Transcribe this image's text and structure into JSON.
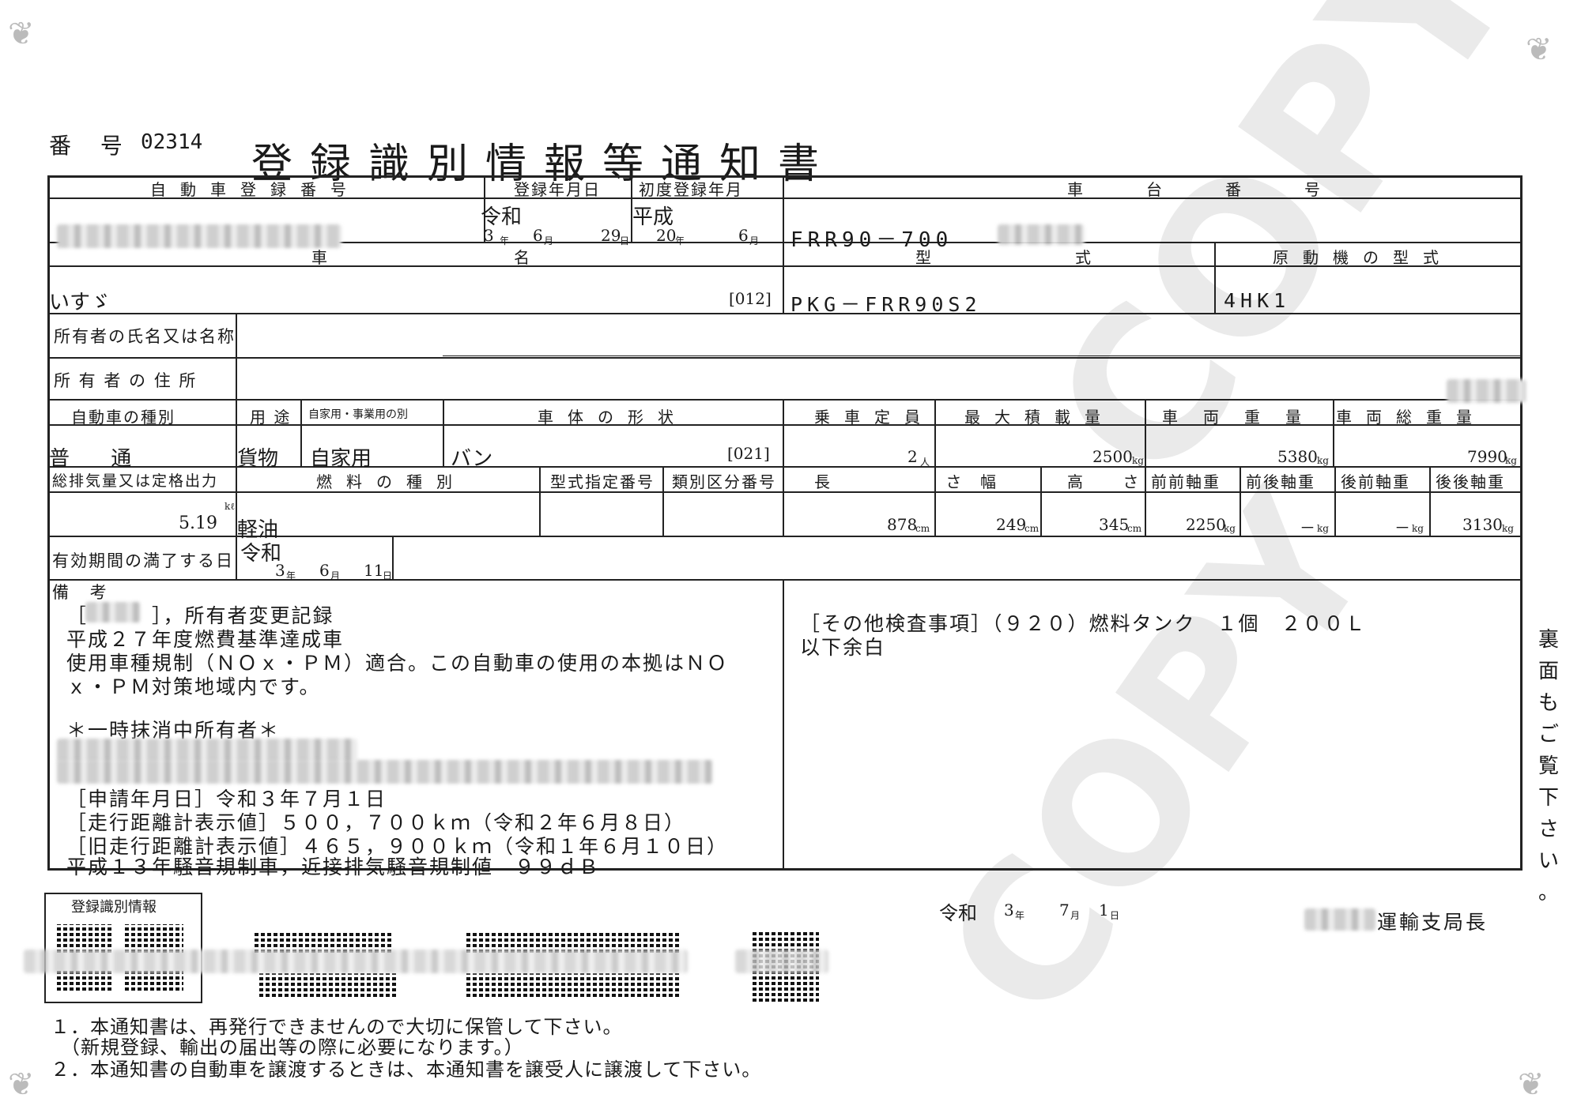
{
  "header": {
    "number_label": "番 号",
    "number_value": "02314",
    "title": "登録識別情報等通知書"
  },
  "row1": {
    "reg_number_label": "自動車登録番号",
    "reg_date_label": "登録年月日",
    "reg_date_era": "令和",
    "reg_date_y": "3",
    "reg_date_m": "6",
    "reg_date_d": "29",
    "first_reg_label": "初度登録年月",
    "first_reg_era": "平成",
    "first_reg_y": "20",
    "first_reg_m": "6",
    "chassis_label": "車台番号",
    "chassis_value": "FRR90－700"
  },
  "row2": {
    "name_label_1": "車",
    "name_label_2": "名",
    "name_value": "いすゞ",
    "name_code": "[012]",
    "model_label_1": "型",
    "model_label_2": "式",
    "model_value": "PKG－FRR90S2",
    "engine_label": "原動機の型式",
    "engine_value": "4HK1"
  },
  "owner": {
    "name_label": "所有者の氏名又は名称",
    "address_label": "所 有 者 の 住 所"
  },
  "row3": {
    "type_label": "自動車の種別",
    "type_value": "普 通",
    "use_label": "用 途",
    "use_value": "貨物",
    "private_label": "自家用・事業用の別",
    "private_value": "自家用",
    "body_label": "車体の形状",
    "body_value": "バン",
    "body_code": "[021]",
    "capacity_label": "乗車定員",
    "capacity_value": "2",
    "capacity_unit": "人",
    "maxload_label": "最大積載量",
    "maxload_value": "2500",
    "weight_label": "車両重量",
    "weight_value": "5380",
    "gross_label": "車両総重量",
    "gross_value": "7990",
    "kg": "kg"
  },
  "row4": {
    "disp_label": "総排気量又は定格出力",
    "disp_value": "5.19",
    "disp_unit": "kℓ",
    "fuel_label": "燃料の種別",
    "fuel_value": "軽油",
    "typeapp_label": "型式指定番号",
    "class_label": "類別区分番号",
    "length_label": "長 さ",
    "length_value": "878",
    "width_label": "幅",
    "width_value": "249",
    "height_label": "高 さ",
    "height_value": "345",
    "cm": "cm",
    "ff_label": "前前軸重",
    "ff_value": "2250",
    "fr_label": "前後軸重",
    "fr_value": "－",
    "rf_label": "後前軸重",
    "rf_value": "－",
    "rr_label": "後後軸重",
    "rr_value": "3130"
  },
  "expiry": {
    "label": "有効期間の満了する日",
    "era": "令和",
    "y": "3",
    "m": "6",
    "d": "11",
    "y_unit": "年",
    "m_unit": "月",
    "d_unit": "日"
  },
  "remarks": {
    "label": "備 考",
    "left": [
      "［　　　］，所有者変更記録",
      "平成２７年度燃費基準達成車",
      "使用車種規制（ＮＯｘ・ＰＭ）適合。この自動車の使用の本拠はＮＯ",
      "ｘ・ＰＭ対策地域内です。",
      "＊一時抹消中所有者＊",
      "［申請年月日］令和３年７月１日",
      "［走行距離計表示値］５００，７００ｋｍ（令和２年６月８日）",
      "［旧走行距離計表示値］４６５，９００ｋｍ（令和１年６月１０日）",
      "平成１３年騒音規制車，近接排気騒音規制値　９９ｄＢ"
    ],
    "right": [
      "［その他検査事項］（９２０）燃料タンク　１個　２００Ｌ",
      "以下余白"
    ]
  },
  "issue": {
    "date_era": "令和",
    "date_y": "3",
    "date_m": "7",
    "date_d": "1",
    "office": "運輸支局長"
  },
  "side_note": [
    "裏",
    "面",
    "も",
    "ご",
    "覧",
    "下",
    "さ",
    "い",
    "。"
  ],
  "qr_label": "登録識別情報",
  "footer": [
    "１．本通知書は、再発行できませんので大切に保管して下さい。",
    "　（新規登録、輸出の届出等の際に必要になります。）",
    "２．本通知書の自動車を譲渡するときは、本通知書を譲受人に譲渡して下さい。"
  ]
}
